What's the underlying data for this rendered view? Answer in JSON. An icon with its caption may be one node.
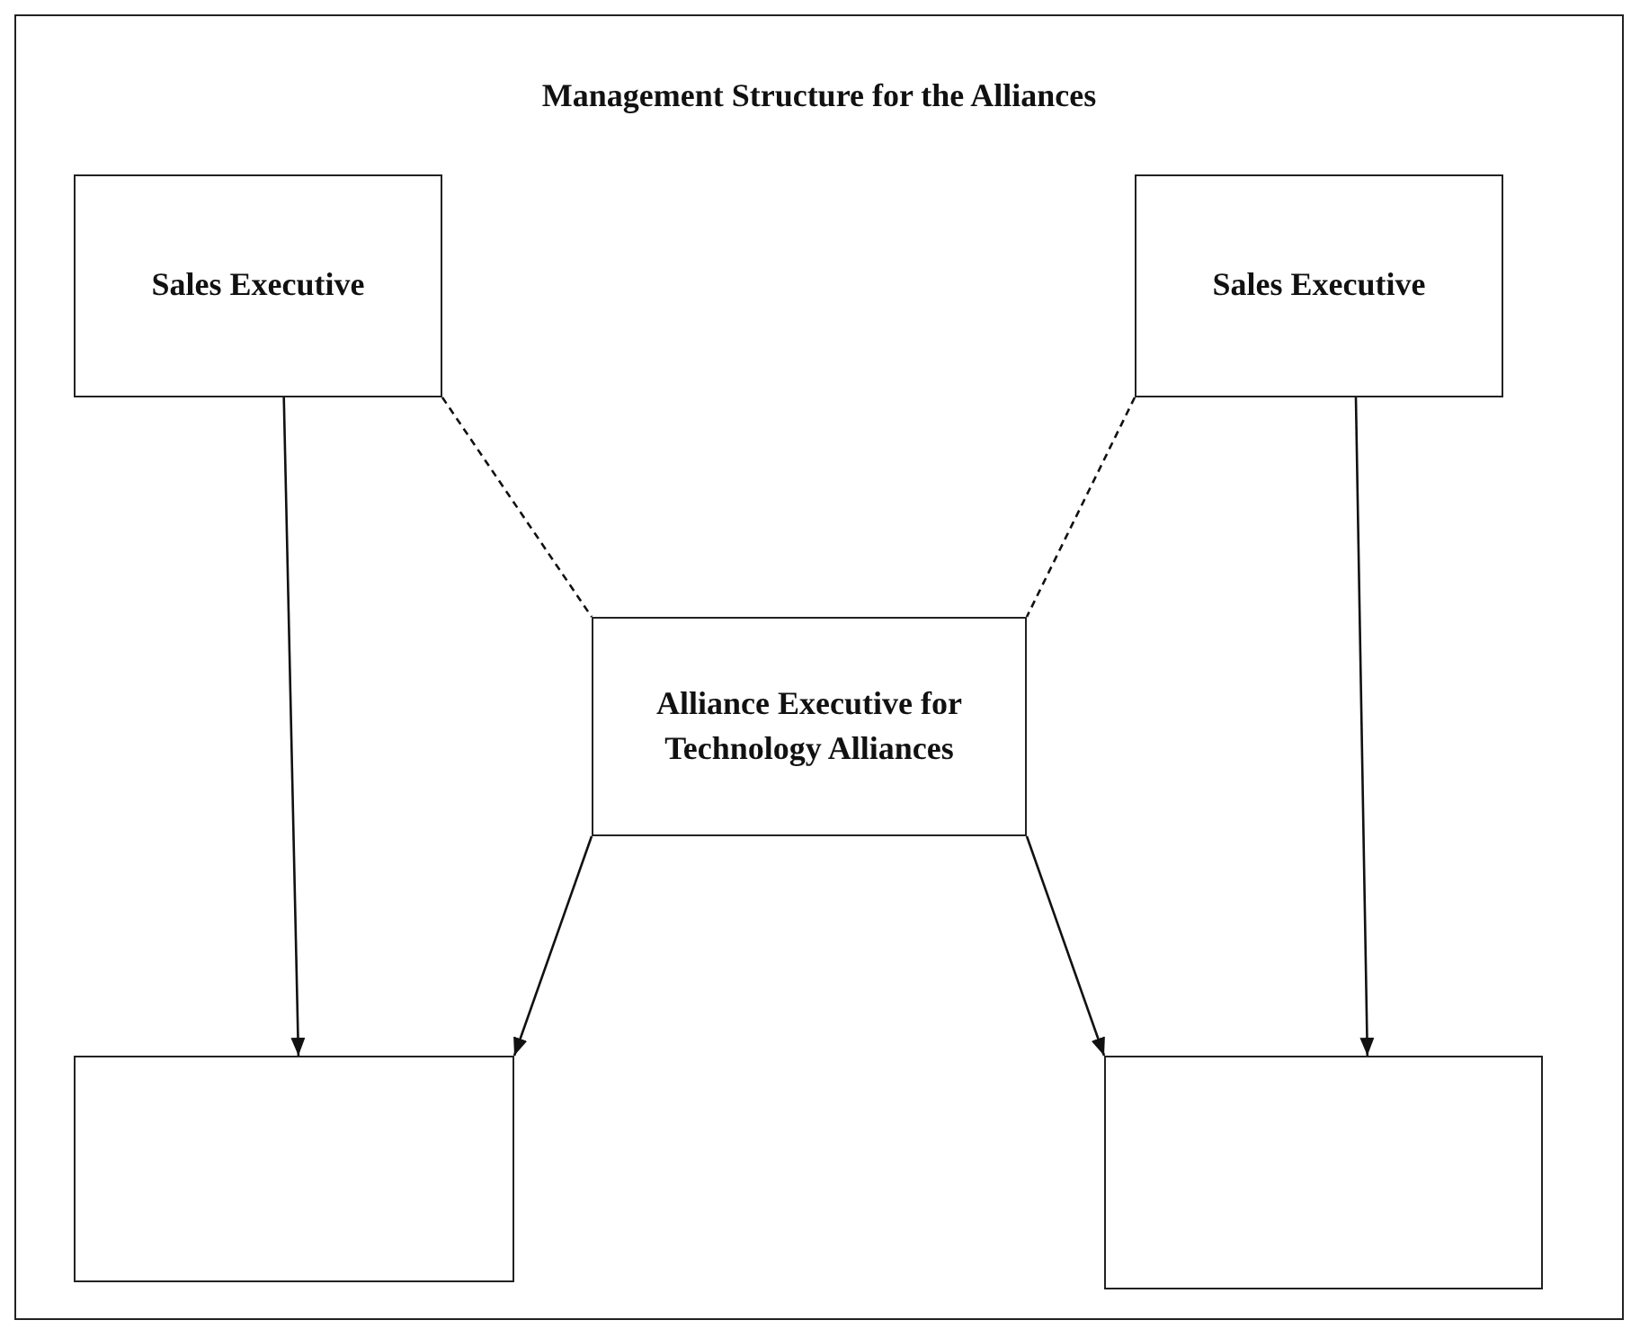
{
  "diagram": {
    "title": "Management Structure for the Alliances",
    "nodes": [
      {
        "text": [
          "Sales Executive"
        ]
      },
      {
        "text": [
          "Sales Executive"
        ]
      },
      {
        "text": [
          "Alliance Executive for Technology Alliances"
        ]
      },
      {
        "text": [],
        "shape": "box"
      },
      {
        "text": [],
        "shape": "box"
      }
    ],
    "edges": [
      {
        "from": 0,
        "to": 3,
        "arrow": "to"
      },
      {
        "from": 1,
        "to": 4,
        "arrow": "to"
      },
      {
        "from": 0,
        "to": 2,
        "arrow": "none",
        "style": "dashed"
      },
      {
        "from": 1,
        "to": 2,
        "arrow": "none",
        "style": "dashed"
      },
      {
        "from": 2,
        "to": 3,
        "arrow": "to"
      },
      {
        "from": 2,
        "to": 4,
        "arrow": "to"
      }
    ]
  }
}
